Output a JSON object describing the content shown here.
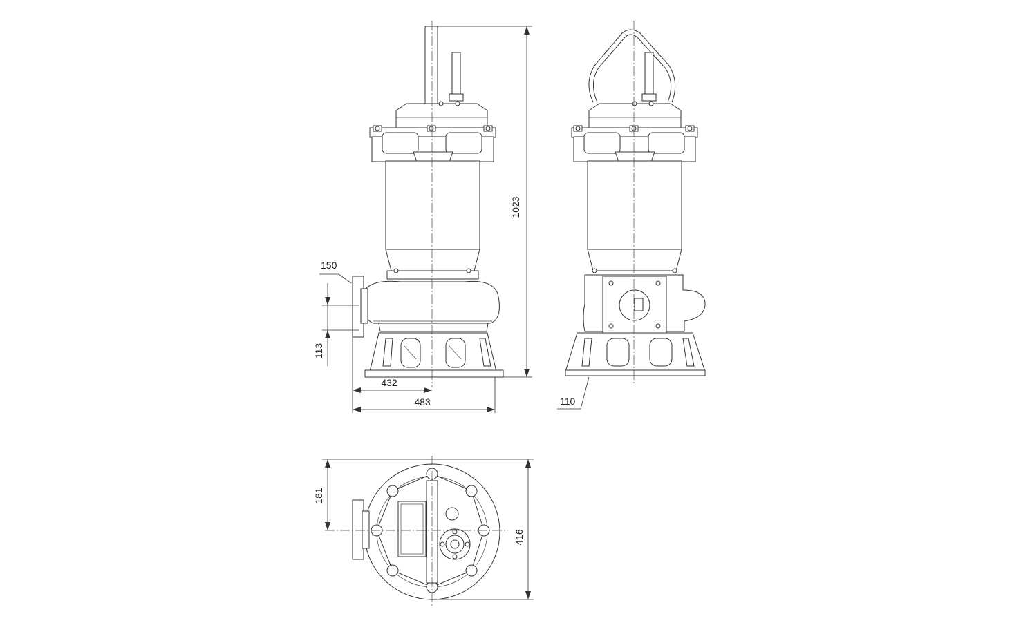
{
  "dimensions": {
    "overall_height": "1023",
    "flange_size": "150",
    "outlet_height": "113",
    "outlet_offset": "432",
    "overall_width": "483",
    "base_height": "110",
    "top_offset": "181",
    "top_depth": "416"
  },
  "colors": {
    "line": "#333333",
    "background": "#ffffff"
  }
}
